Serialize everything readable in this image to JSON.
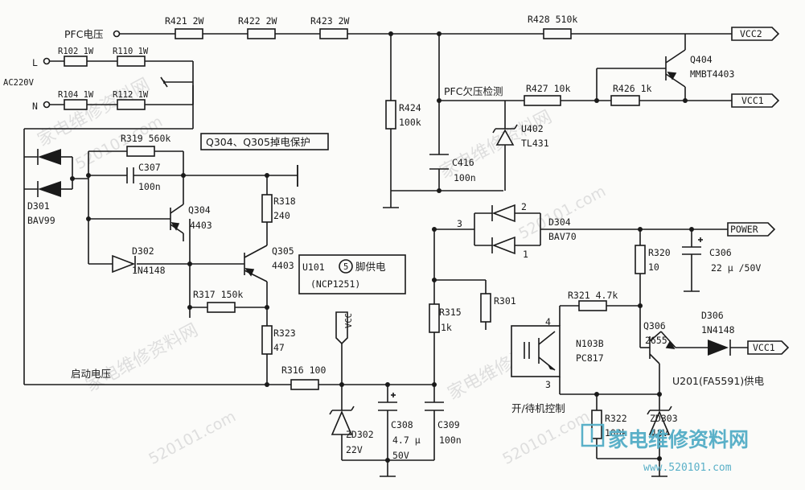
{
  "watermark": {
    "text_cn": "家电维修资料网",
    "text_url": "520101.com",
    "logo_text": "家电维修资料网",
    "logo_url": "www.520101.com",
    "logo_color": "#5ab0c8"
  },
  "labels": {
    "pfc_voltage": "PFC电压",
    "l": "L",
    "n": "N",
    "ac": "AC220V",
    "r421": "R421 2W",
    "r422": "R422 2W",
    "r423": "R423 2W",
    "r428": "R428 510k",
    "vcc2": "VCC2",
    "q404": "Q404",
    "q404_part": "MMBT4403",
    "r102": "R102 1W",
    "r110": "R110 1W",
    "r104": "R104 1W",
    "r112": "R112 1W",
    "pfc_uv": "PFC欠压检测",
    "r427": "R427 10k",
    "r426": "R426 1k",
    "vcc1": "VCC1",
    "r424": "R424",
    "r424_val": "100k",
    "u402": "U402",
    "u402_part": "TL431",
    "c416": "C416",
    "c416_val": "100n",
    "r319": "R319 560k",
    "prot_box": "Q304、Q305掉电保护",
    "c307": "C307",
    "c307_val": "100n",
    "d301": "D301",
    "d301_part": "BAV99",
    "q304": "Q304",
    "q304_part": "4403",
    "r318": "R318",
    "r318_val": "240",
    "d302": "D302",
    "d302_part": "1N4148",
    "q305": "Q305",
    "q305_part": "4403",
    "r317": "R317 150k",
    "r323": "R323",
    "r323_val": "47",
    "startup": "启动电压",
    "r316": "R316 100",
    "u101_prefix": "U101",
    "u101_pin": "5",
    "u101_suffix": "脚供电",
    "ncp": "(NCP1251)",
    "vcc": "VCC",
    "zd302": "ZD302",
    "zd302_val": "22V",
    "c308": "C308",
    "c308_val": "4.7 μ",
    "c308_v": "50V",
    "c309": "C309",
    "c309_val": "100n",
    "pin3": "3",
    "pin2": "2",
    "pin1": "1",
    "d304": "D304",
    "d304_part": "BAV70",
    "power": "POWER",
    "r320": "R320",
    "r320_val": "10",
    "c306": "C306",
    "c306_val": "22 μ /50V",
    "r315": "R315",
    "r315_val": "1k",
    "r301": "R301",
    "r321": "R321 4.7k",
    "n103b": "N103B",
    "pc817": "PC817",
    "opto_pin4": "4",
    "opto_pin3": "3",
    "q306": "Q306",
    "q306_part": "2655",
    "d306": "D306",
    "d306_part": "1N4148",
    "u201": "U201(FA5591)供电",
    "standby": "开/待机控制",
    "r322": "R322",
    "r322_val": "100k",
    "zd303": "ZD303",
    "zd303_val": "18V"
  }
}
